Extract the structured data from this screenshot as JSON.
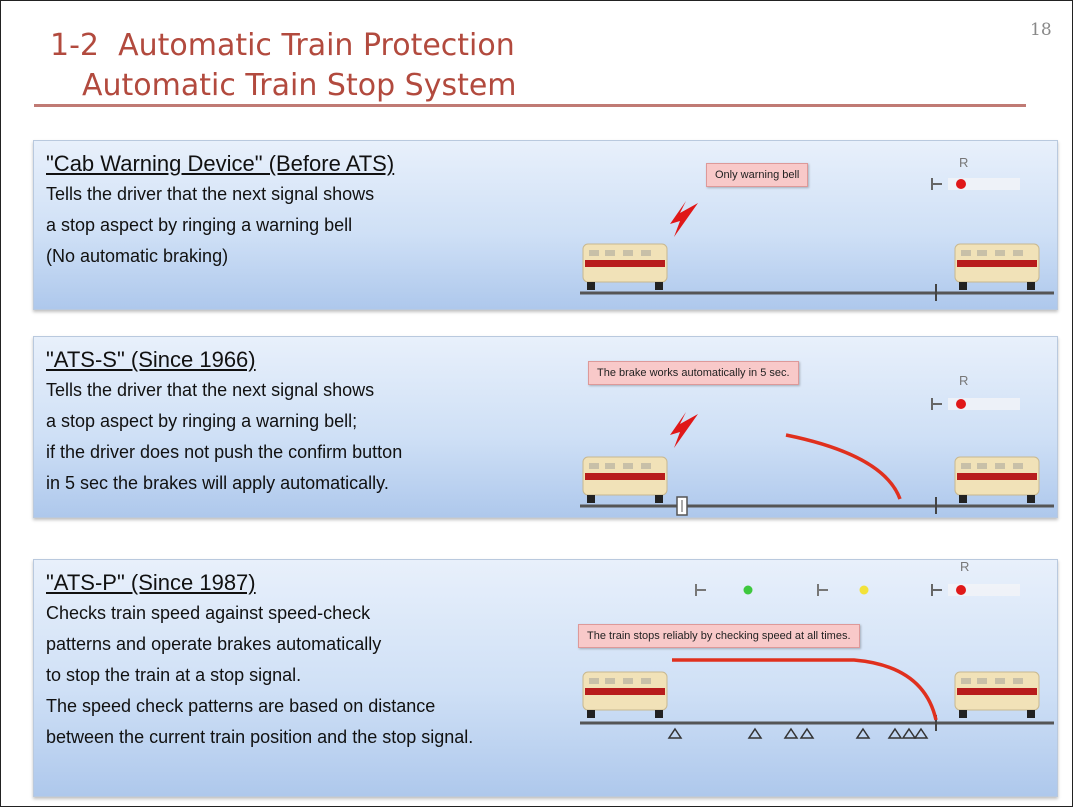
{
  "header": {
    "title_line1": "1-2  Automatic Train Protection",
    "title_line2": "Automatic Train Stop System",
    "page_number": "18"
  },
  "panels": [
    {
      "title": "\"Cab Warning Device\" (Before ATS)",
      "lines": [
        "Tells the driver that the next signal shows",
        "a stop aspect by ringing a warning bell",
        "(No automatic braking)"
      ],
      "callout": "Only warning bell",
      "signal_label": "R"
    },
    {
      "title": "\"ATS-S\" (Since 1966)",
      "lines": [
        "Tells the driver that the next signal shows",
        "a stop aspect by ringing a warning bell;",
        "if the driver does not push the confirm button",
        "in 5 sec the brakes will apply automatically."
      ],
      "callout": "The brake works automatically in 5 sec.",
      "signal_label": "R"
    },
    {
      "title": "\"ATS-P\" (Since 1987)",
      "lines": [
        "Checks train speed against speed-check",
        "patterns and operate brakes automatically",
        "to stop the train at a stop signal.",
        "The speed check patterns are based on distance",
        "between the current train position and the stop signal."
      ],
      "callout": "The train stops reliably by checking speed at all times.",
      "signal_label": "R"
    }
  ],
  "colors": {
    "title": "#b24a3e",
    "signal_red": "#e01818",
    "signal_green": "#3ec83e",
    "signal_yellow": "#f2e23a",
    "curve": "#e0301e",
    "train_body": "#f1e2b8",
    "train_stripe": "#b81c1c"
  },
  "icons": [
    "lightning-icon",
    "train-icon",
    "signal-icon",
    "transponder-icon"
  ]
}
